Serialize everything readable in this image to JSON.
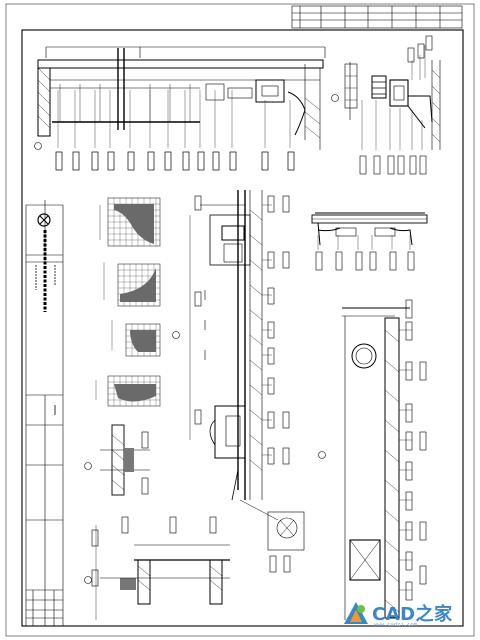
{
  "drawing": {
    "title_block_rows": 3,
    "title_block_cols": 8
  },
  "watermark": {
    "name": "CAD之家",
    "url": "www.cadzj.com",
    "logo_icon": "cad-logo-icon",
    "colors": {
      "blue": "#3a86c8",
      "orange": "#f39a1e",
      "green": "#6cbf3f"
    }
  }
}
